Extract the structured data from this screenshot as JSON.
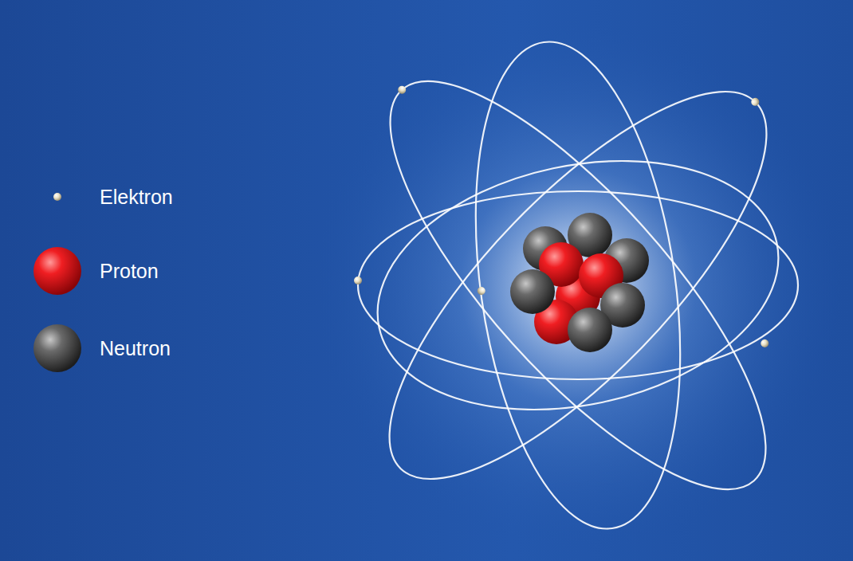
{
  "diagram": {
    "legend": [
      {
        "text": "Elektron"
      },
      {
        "text": "Proton"
      },
      {
        "text": "Neutron"
      }
    ]
  }
}
